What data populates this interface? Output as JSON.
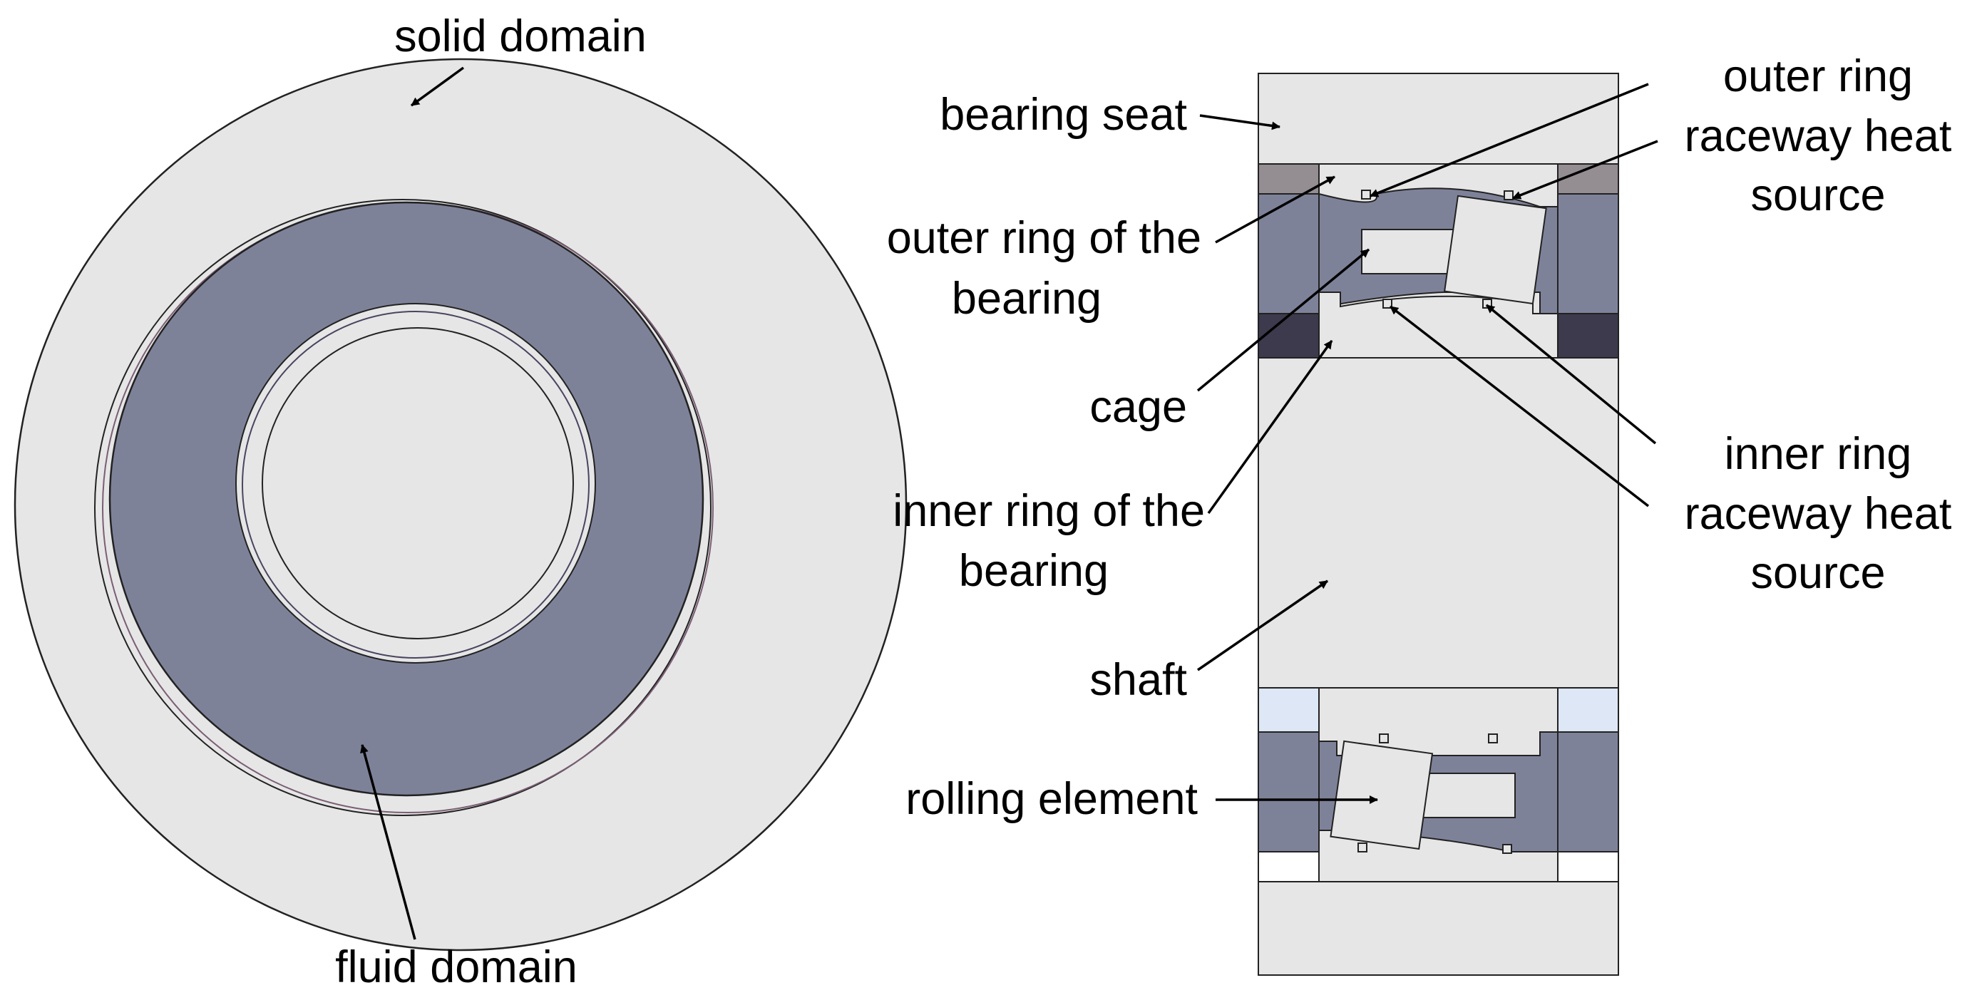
{
  "labels": {
    "solid_domain": "solid domain",
    "fluid_domain": "fluid domain",
    "bearing_seat": "bearing seat",
    "outer_ring_bearing": [
      "outer ring of the",
      "bearing"
    ],
    "cage": "cage",
    "inner_ring_bearing": [
      "inner ring of the",
      "bearing"
    ],
    "shaft": "shaft",
    "rolling_element": "rolling element",
    "outer_raceway_heat_source": [
      "outer ring",
      "raceway heat",
      "source"
    ],
    "inner_raceway_heat_source": [
      "inner ring",
      "raceway heat",
      "source"
    ]
  },
  "colors": {
    "solid": "#e6e6e6",
    "fluid": "#7e8299",
    "rim_shade": "#cdb4c6",
    "seat_band": "#948d92",
    "dark_band": "#3c3a4c",
    "light_blue_band": "#dde7f5",
    "outline": "#111111"
  }
}
